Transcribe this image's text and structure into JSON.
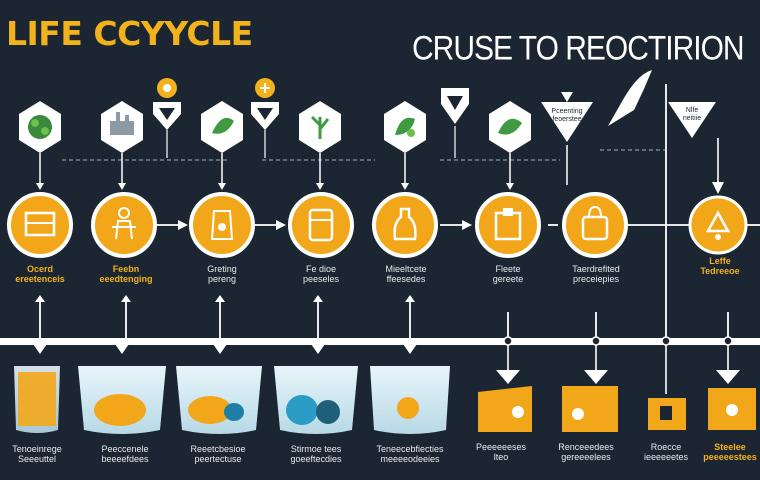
{
  "titles": {
    "left": "LIFE CCYYCLE",
    "right": "CRUSE TO REOCTIRION"
  },
  "colors": {
    "background": "#1c2632",
    "accent": "#f2b21b",
    "line": "#ffffff",
    "container_fill": "#d7ecf4"
  },
  "circle_labels": [
    {
      "l1": "Ocerd",
      "l2": "ereetenceis"
    },
    {
      "l1": "Feebn",
      "l2": "eeedtenging"
    },
    {
      "l1": "Greting",
      "l2": "pereng"
    },
    {
      "l1": "Fe  dioe",
      "l2": "peeseles"
    },
    {
      "l1": "Mieeltcete",
      "l2": "ffeesedes"
    },
    {
      "l1": "Fleete",
      "l2": "gereete"
    },
    {
      "l1": "Taerdrefited",
      "l2": "preceiepies"
    },
    {
      "l1": "Leffe",
      "l2": "Tedreeoe"
    }
  ],
  "bottom_labels": [
    {
      "l1": "Tenoeinrege",
      "l2": "Seeeuttel"
    },
    {
      "l1": "Peeccenele",
      "l2": "beeeefdees"
    },
    {
      "l1": "Reeetcbesioe",
      "l2": "peertectuse"
    },
    {
      "l1": "Stirmoe tees",
      "l2": "goeeftecdies"
    },
    {
      "l1": "Teneecebfiecties",
      "l2": "meeeeodeeies"
    },
    {
      "l1": "Peeeeeeses",
      "l2": "lteo"
    },
    {
      "l1": "Renceeedees",
      "l2": "gereeeelees"
    },
    {
      "l1": "Roecce",
      "l2": "ieeeeeetes"
    },
    {
      "l1": "Steelee",
      "l2": "peeeeestees"
    }
  ],
  "shield_texts": {
    "first": "Pceenting\nfeoerstee",
    "second": "Nlfe\nneitiie"
  },
  "icons": [
    "eco-hexagon-icon",
    "factory-hexagon-icon",
    "tag-down-icon",
    "leaf-hexagon-icon",
    "tag-down-icon",
    "plant-hexagon-icon",
    "herb-hexagon-icon",
    "tag-down-icon",
    "herbs-hexagon-icon",
    "shield-down-icon",
    "leaf-arrow-icon",
    "shield-down-icon",
    "box-icon",
    "figure-icon",
    "product-icon",
    "package-icon",
    "bottle-icon",
    "clipboard-icon",
    "bag-icon",
    "recycle-icon"
  ]
}
